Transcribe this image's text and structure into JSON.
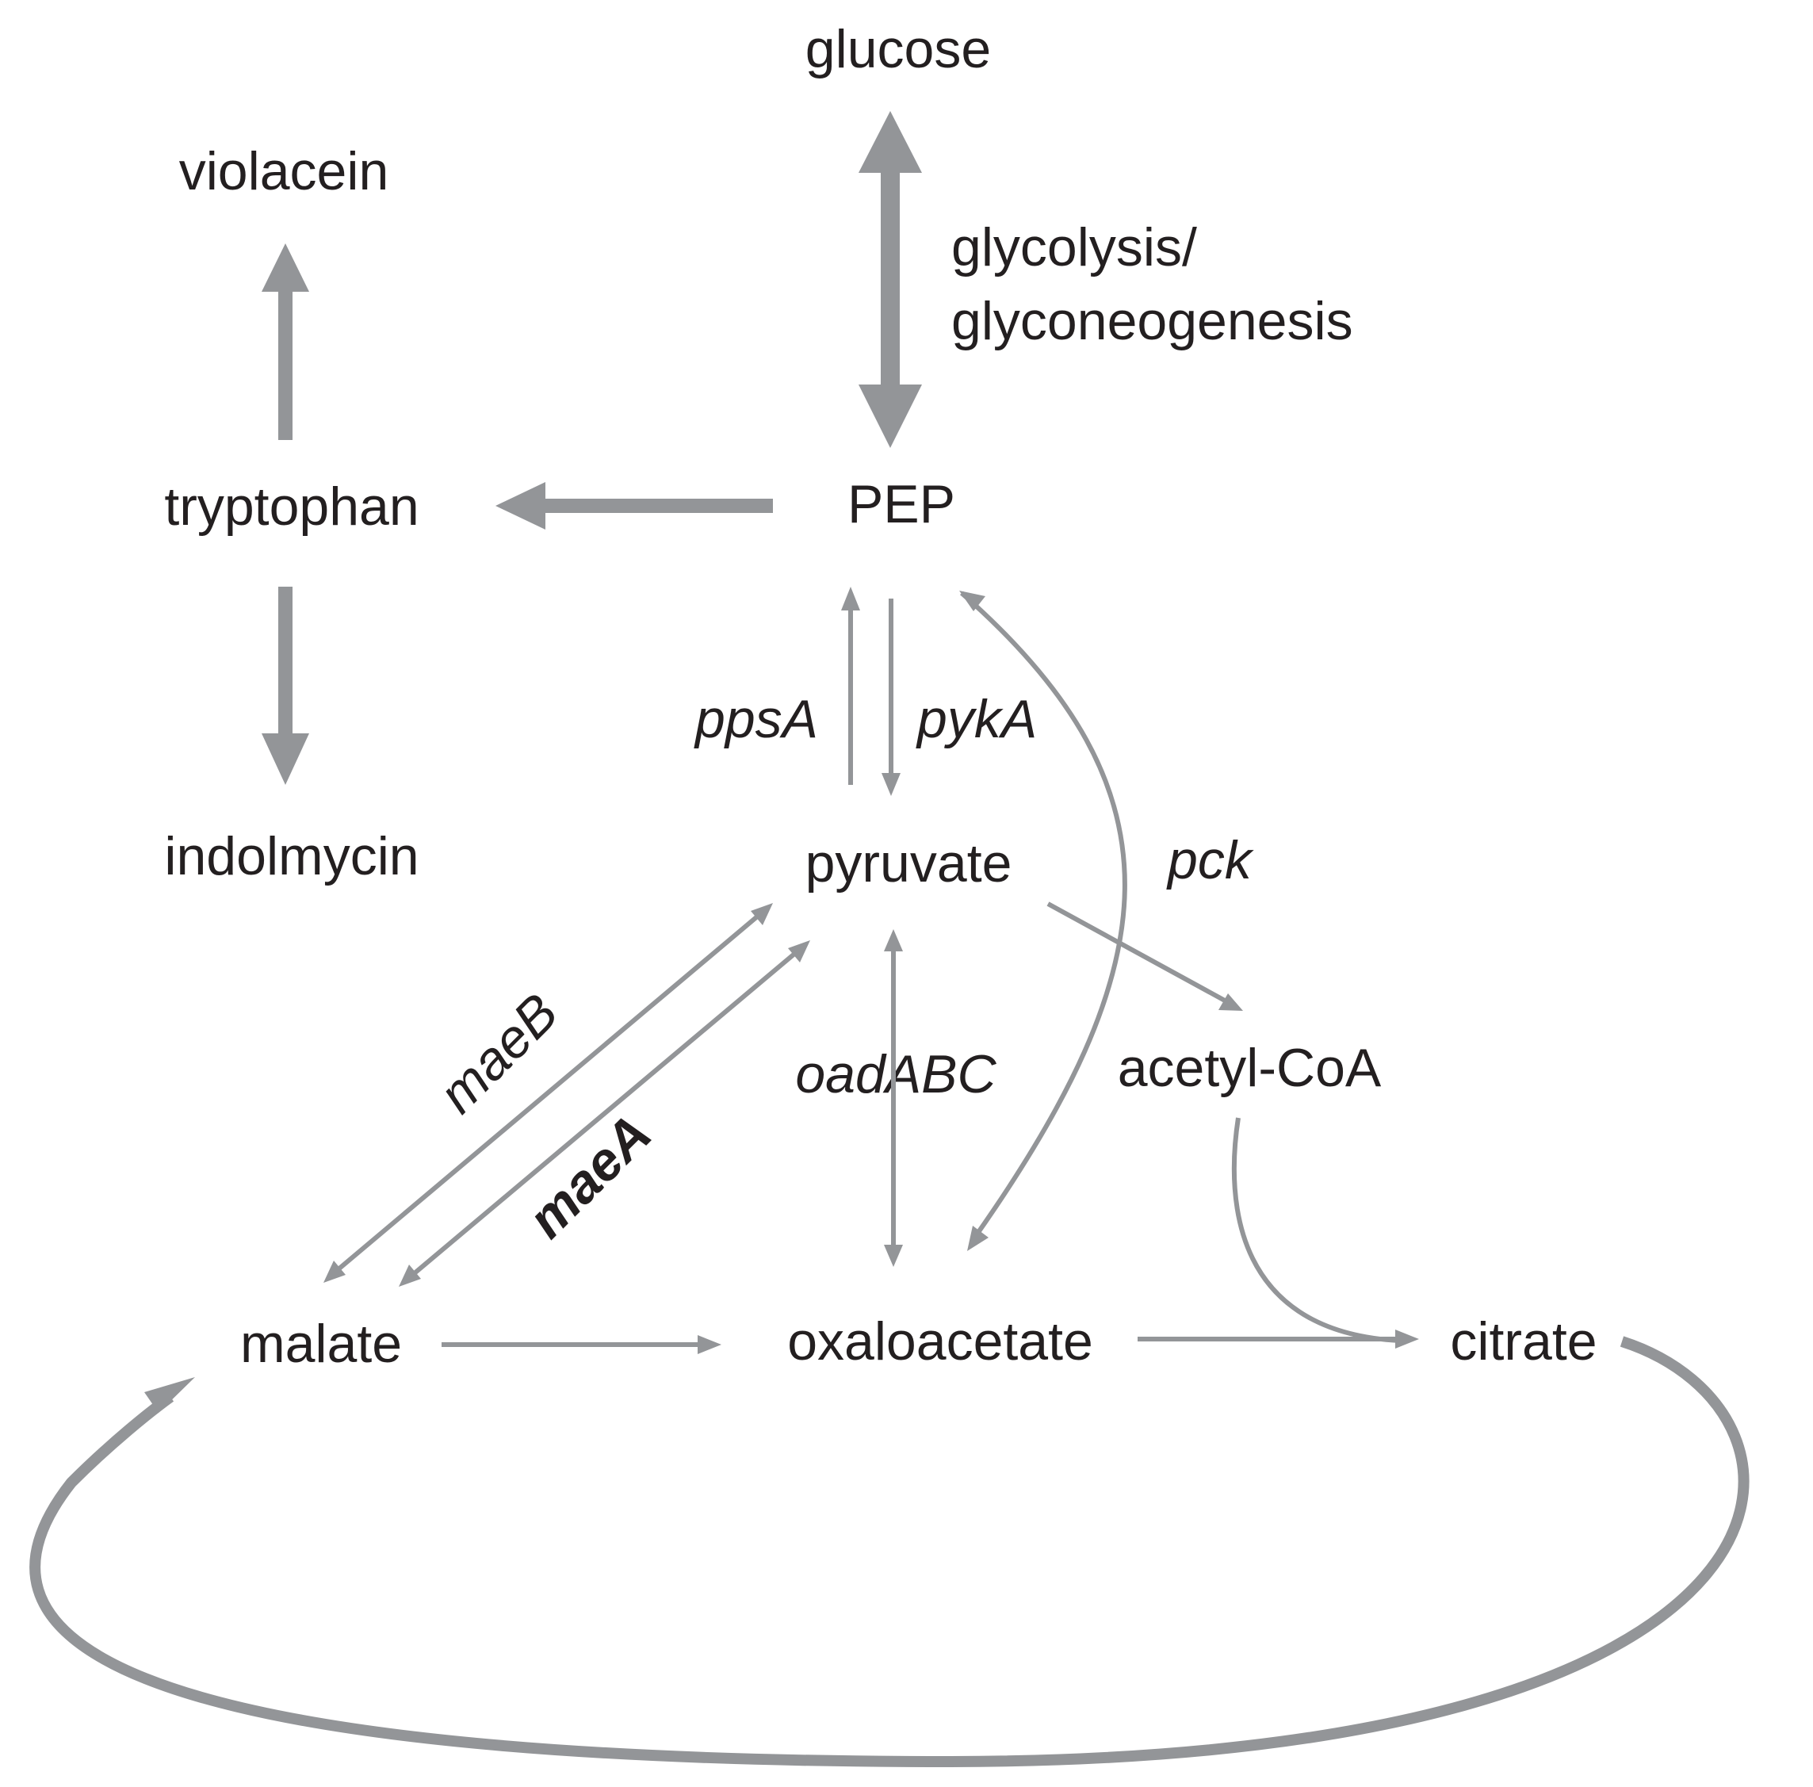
{
  "colors": {
    "arrow": "#939598",
    "text": "#231f20",
    "background": "#ffffff"
  },
  "metabolites": {
    "glucose": "glucose",
    "violacein": "violacein",
    "tryptophan": "tryptophan",
    "pep": "PEP",
    "indolmycin": "indolmycin",
    "pyruvate": "pyruvate",
    "acetyl_coa": "acetyl-CoA",
    "malate": "malate",
    "oxaloacetate": "oxaloacetate",
    "citrate": "citrate"
  },
  "labels": {
    "glycolysis_line1": "glycolysis/",
    "glycolysis_line2": "glyconeogenesis",
    "ppsA": "ppsA",
    "pykA": "pykA",
    "pck": "pck",
    "maeB": "maeB",
    "maeA": "maeA",
    "oadABC": "oadABC"
  }
}
